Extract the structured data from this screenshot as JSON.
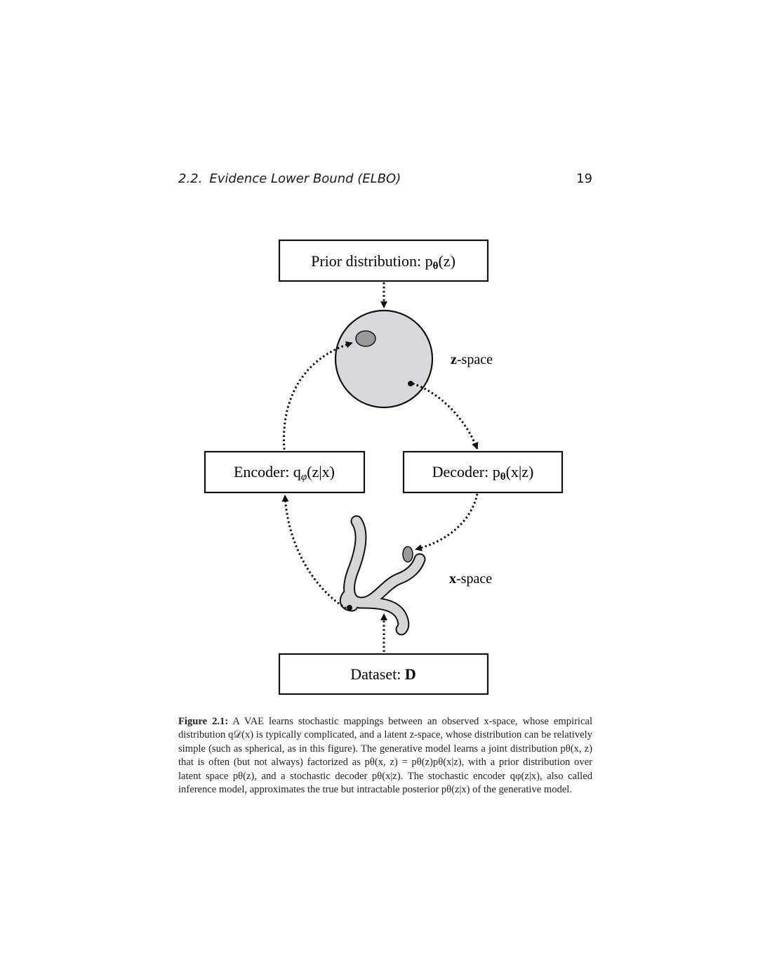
{
  "header": {
    "section_number": "2.2.",
    "section_title": "Evidence Lower Bound (ELBO)",
    "page_number": "19"
  },
  "figure": {
    "prior_box": {
      "text": "Prior distribution: p",
      "sub": "θ",
      "args": "(z)"
    },
    "encoder_box": {
      "text": "Encoder: q",
      "sub": "φ",
      "args": "(z|x)"
    },
    "decoder_box": {
      "text": "Decoder: p",
      "sub": "θ",
      "args": "(x|z)"
    },
    "dataset_box": {
      "text": "Dataset: ",
      "bold": "D"
    },
    "z_space_label": {
      "bold": "z",
      "rest": "-space"
    },
    "x_space_label": {
      "bold": "x",
      "rest": "-space"
    },
    "colors": {
      "stroke": "#111111",
      "z_sphere_fill": "#d9d9dd",
      "region_fill": "#9a9a9a",
      "manifold_fill": "#d6d6d6"
    }
  },
  "caption": {
    "label": "Figure 2.1:",
    "text": "A VAE learns stochastic mappings between an observed x-space, whose empirical distribution q𝒟(x) is typically complicated, and a latent z-space, whose distribution can be relatively simple (such as spherical, as in this figure). The generative model learns a joint distribution pθ(x, z) that is often (but not always) factorized as pθ(x, z) = pθ(z)pθ(x|z), with a prior distribution over latent space pθ(z), and a stochastic decoder pθ(x|z). The stochastic encoder qφ(z|x), also called inference model, approximates the true but intractable posterior pθ(z|x) of the generative model."
  }
}
